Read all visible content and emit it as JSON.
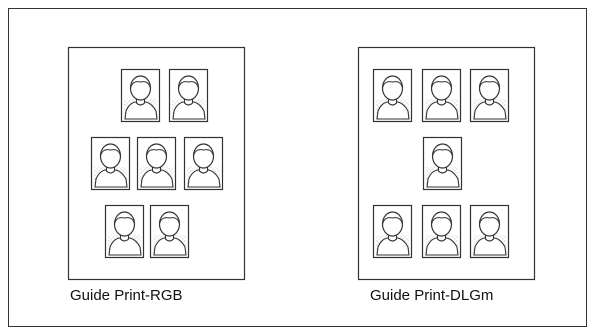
{
  "colors": {
    "line": "#333333",
    "portrait_fill": "#ffffff",
    "grain": "#9a9a9a"
  },
  "icon": "person-portrait-icon",
  "panels": [
    {
      "name": "guide-print-rgb",
      "caption": "Guide Print-RGB",
      "rows": [
        2,
        3,
        2
      ]
    },
    {
      "name": "guide-print-dlgm",
      "caption": "Guide Print-DLGm",
      "rows": [
        3,
        1,
        3
      ]
    }
  ]
}
